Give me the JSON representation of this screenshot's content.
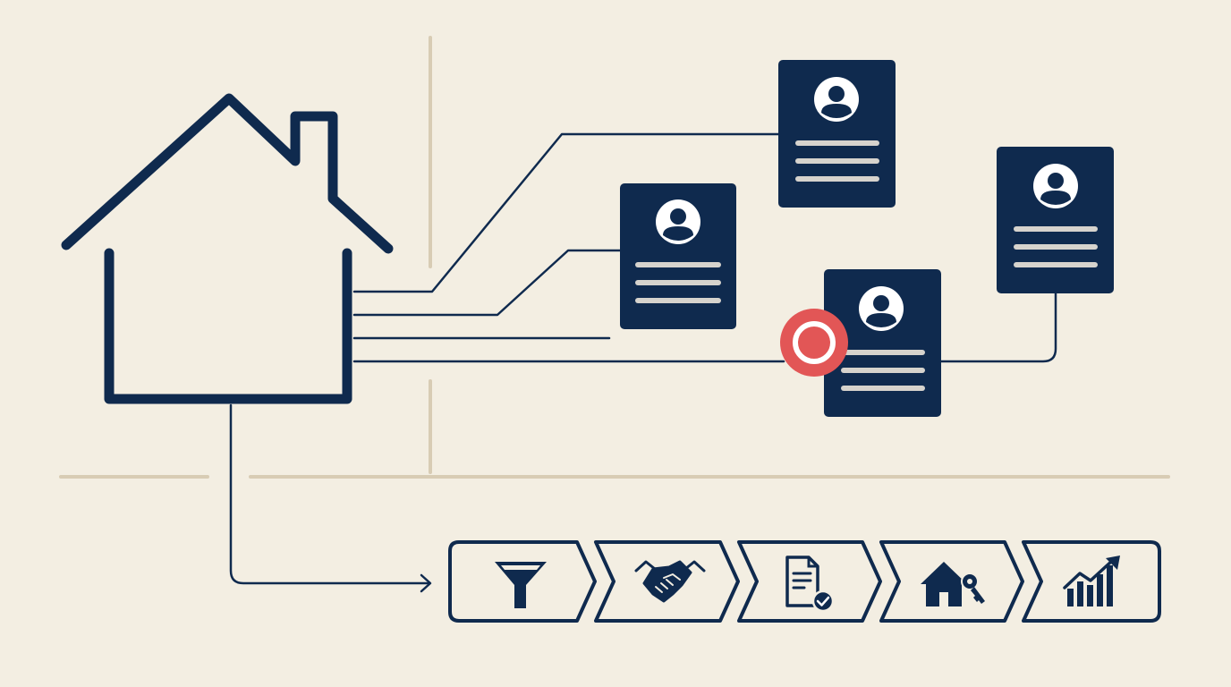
{
  "colors": {
    "background": "#f3eee2",
    "ink": "#0f2a4e",
    "divider": "#d8ccb4",
    "card_line": "#d6d3cd",
    "marker": "#e25656"
  },
  "house": {
    "icon": "house-outline-icon"
  },
  "profiles": [
    {
      "icon": "user-avatar-icon",
      "lines": 3
    },
    {
      "icon": "user-avatar-icon",
      "lines": 3
    },
    {
      "icon": "user-avatar-icon",
      "lines": 3
    },
    {
      "icon": "user-avatar-icon",
      "lines": 3
    }
  ],
  "marker": {
    "icon": "target-ring-icon"
  },
  "pipeline": {
    "stages": [
      {
        "icon": "funnel-icon"
      },
      {
        "icon": "handshake-icon"
      },
      {
        "icon": "document-check-icon"
      },
      {
        "icon": "house-key-icon"
      },
      {
        "icon": "growth-chart-icon"
      }
    ]
  }
}
